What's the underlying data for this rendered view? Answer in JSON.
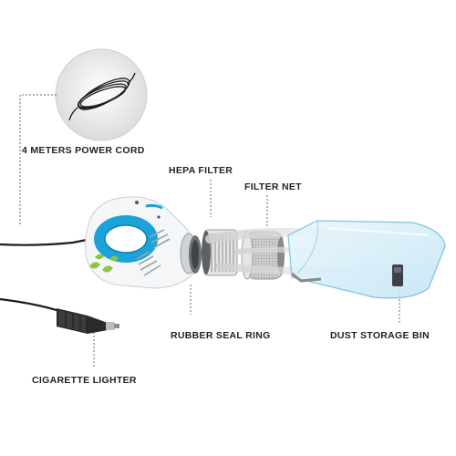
{
  "labels": {
    "power_cord": "4 METERS POWER CORD",
    "hepa_filter": "HEPA FILTER",
    "filter_net": "FILTER NET",
    "rubber_seal_ring": "RUBBER SEAL RING",
    "dust_storage_bin": "DUST STORAGE BIN",
    "cigarette_lighter": "CIGARETTE LIGHTER"
  },
  "colors": {
    "accent_blue": "#1aa3d9",
    "leaf_green": "#8cc63f",
    "body_white": "#f4f6f8",
    "leader_line": "#6a6a6a"
  }
}
